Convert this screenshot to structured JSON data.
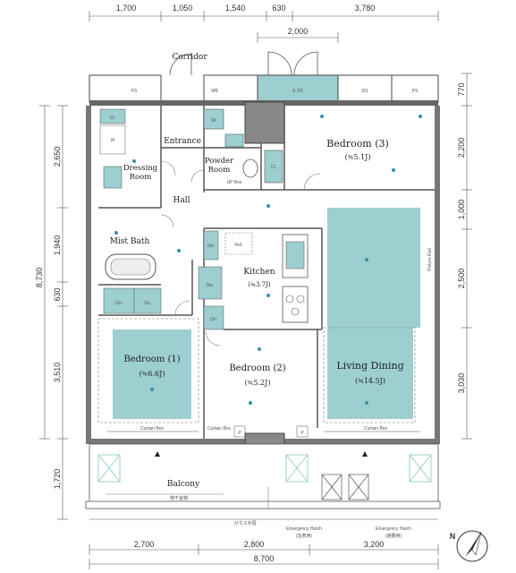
{
  "dimensions": {
    "top": [
      "1,700",
      "1,050",
      "1,540",
      "630",
      "3,780"
    ],
    "top_sub": "2,000",
    "bottom": [
      "2,700",
      "2,800",
      "3,200"
    ],
    "bottom_total": "8,700",
    "left_total": "8,730",
    "left": [
      "2,650",
      "1,940",
      "630",
      "3,510",
      "1,720"
    ],
    "right": [
      "770",
      "2,200",
      "1,000",
      "2,500",
      "3,030"
    ]
  },
  "rooms": {
    "corridor": "Corridor",
    "entrance": "Entrance",
    "powder_room": [
      "Powder",
      "Room"
    ],
    "bedroom3": "Bedroom (3)",
    "bedroom3_size": "(≒5.1J)",
    "dressing_room": [
      "Dressing",
      "Room"
    ],
    "hall": "Hall",
    "mist_bath": "Mist Bath",
    "kitchen": "Kitchen",
    "kitchen_size": "(≒3.7J)",
    "bedroom1": "Bedroom (1)",
    "bedroom1_size": "(≒6.6J)",
    "bedroom2": "Bedroom (2)",
    "bedroom2_size": "(≒5.2J)",
    "living_dining": "Living Dining",
    "living_dining_size": "(≒14.5J)",
    "balcony": "Balcony",
    "picture_rail": "Picture Rail",
    "curtain_box": "Curtain Box",
    "emergency_hatch_1": [
      "Emergency Hatch",
      "(急救用)"
    ],
    "emergency_hatch_2": [
      "Emergency Hatch",
      "(避難用)"
    ],
    "glass_rail": "ガラス手摺",
    "metal_rail": "物干金物"
  },
  "fixtures": {
    "ps": "PS",
    "mb": "MB",
    "etr": "E.TR",
    "ds": "DS",
    "sk": "SK",
    "cl": "Cl.",
    "wic": "W",
    "cln": "Cln.",
    "sto": "Sto.",
    "p": "P",
    "ref": "Ref.",
    "up_box": "UP Box",
    "north": "N"
  }
}
